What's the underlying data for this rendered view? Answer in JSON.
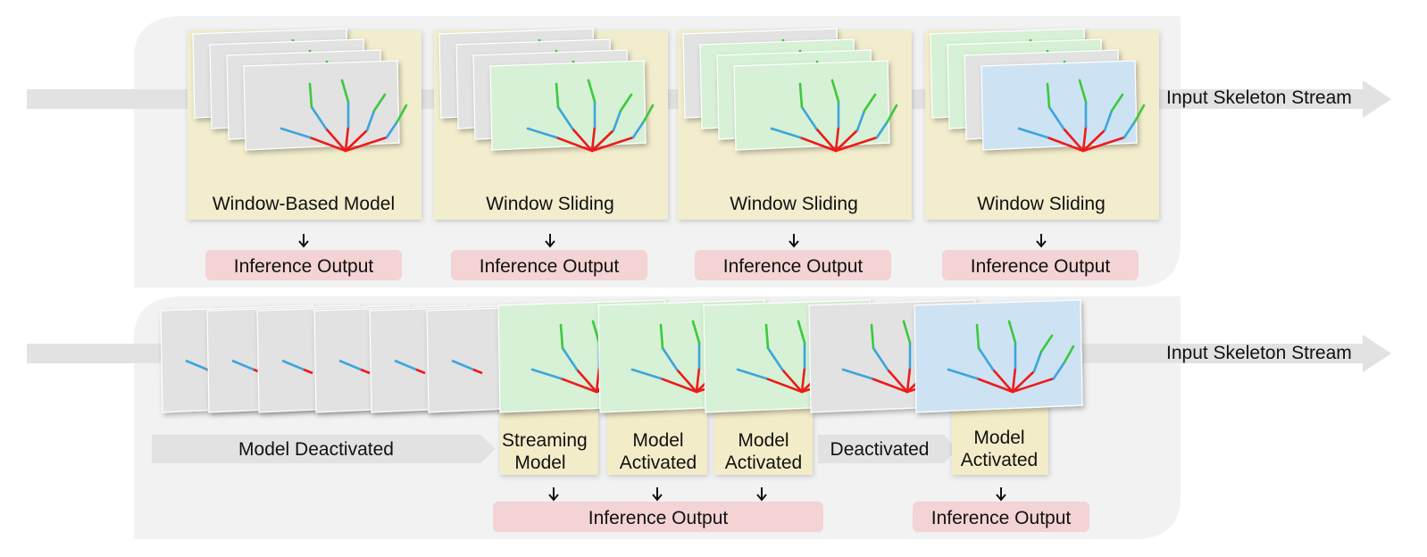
{
  "colors": {
    "panel": "#f2f2f2",
    "stream_arrow": "#e2e2e2",
    "window_box": "#f2edcd",
    "model_box": "#f3ecc8",
    "frame_gray": "#e2e2e2",
    "frame_green": "#d6f1d5",
    "frame_blue": "#cde3f3",
    "output_box": "#f3d3d4",
    "bone_red": "#ee1a1a",
    "bone_blue": "#3da5dc",
    "bone_green": "#3cc93c"
  },
  "top_panel": {
    "stream_label": "Input Skeleton Stream",
    "windows": [
      {
        "title": "Window-Based Model",
        "frames": [
          "gray",
          "gray",
          "gray",
          "gray"
        ],
        "output": "Inference Output"
      },
      {
        "title": "Window Sliding",
        "frames": [
          "gray",
          "gray",
          "gray",
          "green"
        ],
        "output": "Inference Output"
      },
      {
        "title": "Window Sliding",
        "frames": [
          "gray",
          "green",
          "green",
          "green"
        ],
        "output": "Inference Output"
      },
      {
        "title": "Window Sliding",
        "frames": [
          "green",
          "green",
          "gray",
          "blue"
        ],
        "output": "Inference Output"
      }
    ]
  },
  "bottom_panel": {
    "stream_label": "Input Skeleton Stream",
    "frames": [
      "gray",
      "gray",
      "gray",
      "gray",
      "gray",
      "gray",
      "green",
      "green",
      "green",
      "gray",
      "blue"
    ],
    "deactivated_label_1": "Model Deactivated",
    "deactivated_label_2": "Deactivated",
    "model_boxes": [
      "Streaming Model",
      "Model Activated",
      "Model Activated",
      "Model Activated"
    ],
    "outputs": [
      "Inference Output",
      "Inference Output"
    ]
  }
}
